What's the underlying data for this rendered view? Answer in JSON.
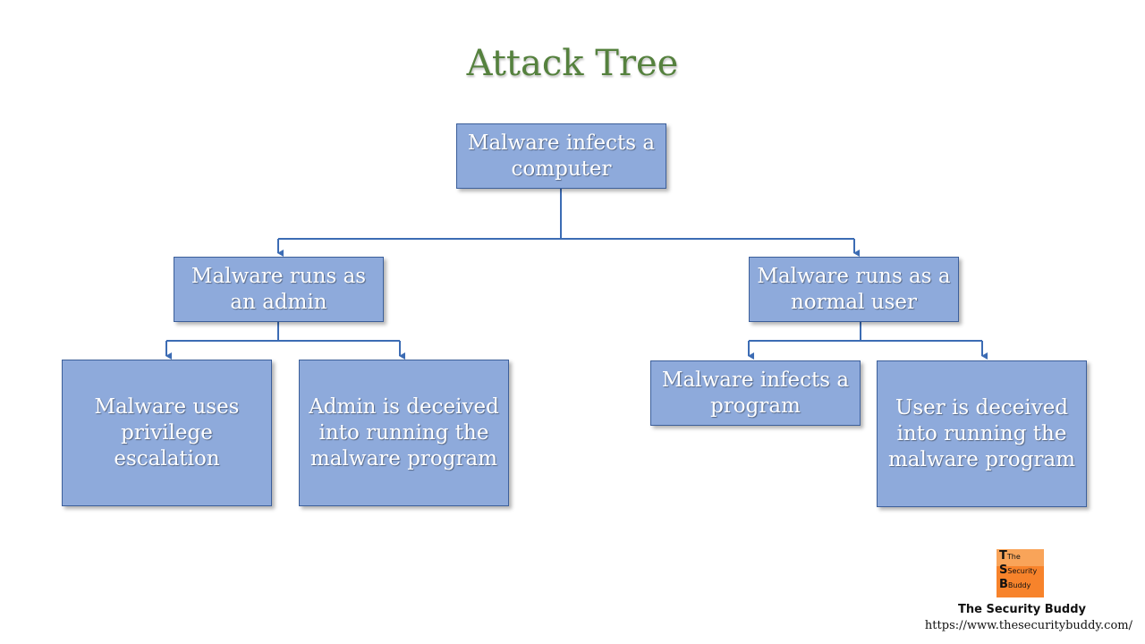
{
  "title": "Attack Tree",
  "nodes": {
    "root": "Malware infects a computer",
    "admin": "Malware runs as an admin",
    "user": "Malware runs as a normal user",
    "priv_esc": "Malware uses privilege escalation",
    "admin_deceived": "Admin is deceived into running the malware program",
    "infects_program": "Malware infects a program",
    "user_deceived": "User is deceived into running the malware program"
  },
  "colors": {
    "node_fill": "#8eaadb",
    "node_border": "#3c5f9a",
    "title": "#55813e",
    "logo": "#f7832b"
  },
  "logo": {
    "line1": "The",
    "line2": "Security",
    "line3": "Buddy"
  },
  "brand": {
    "name": "The Security Buddy",
    "url": "https://www.thesecuritybuddy.com/"
  }
}
